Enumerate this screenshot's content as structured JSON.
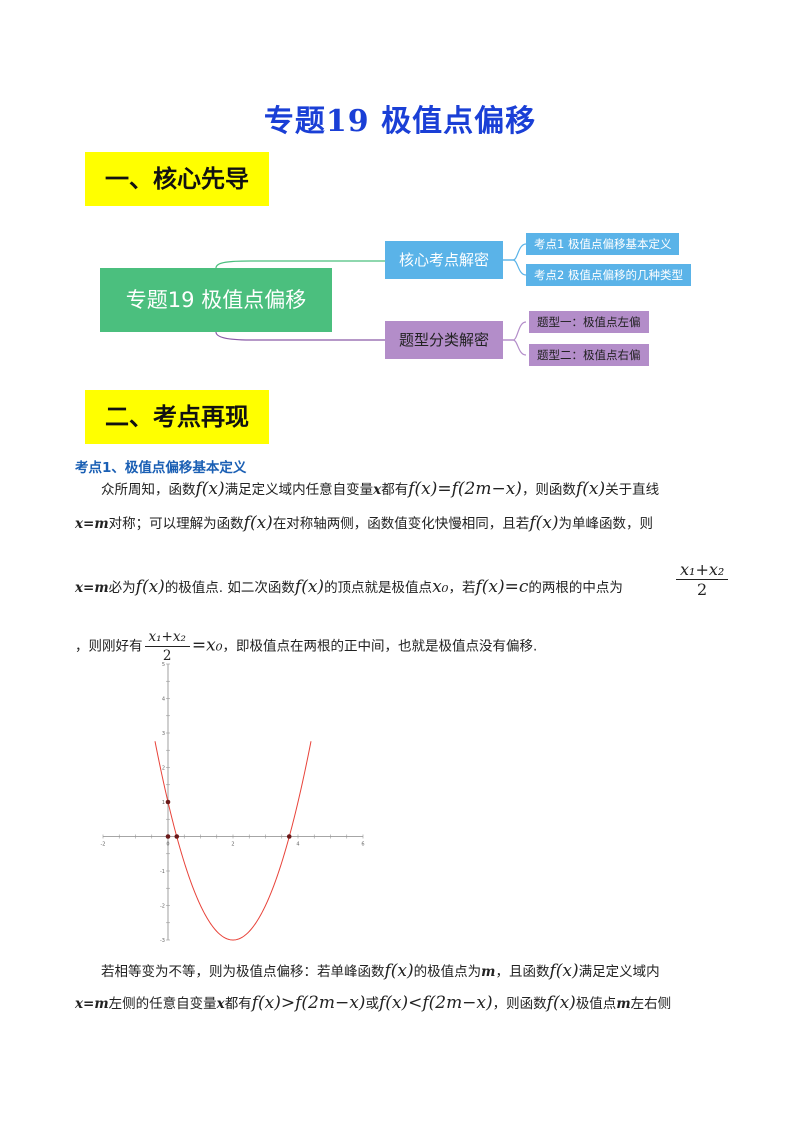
{
  "title": "专题19  极值点偏移",
  "sections": {
    "s1": "一、核心先导",
    "s2": "二、考点再现"
  },
  "mindmap": {
    "root": "专题19  极值点偏移",
    "branch1": "核心考点解密",
    "branch1_items": [
      "考点1 极值点偏移基本定义",
      "考点2 极值点偏移的几种类型"
    ],
    "branch2": "题型分类解密",
    "branch2_items": [
      "题型一：极值点左偏",
      "题型二：极值点右偏"
    ]
  },
  "kaodian1": "考点1、极值点偏移基本定义",
  "para1": {
    "a": "众所周知，函数",
    "fx": "f(x)",
    "b": "满足定义域内任意自变量",
    "x": "x",
    "c": "都有",
    "eq1": "f(x)=f(2m−x)",
    "d": "，则函数",
    "e": "关于直线",
    "xm": "x=m",
    "f": "对称；可以理解为函数",
    "g": "在对称轴两侧，函数值变化快慢相同，且若",
    "h": "为单峰函数，则",
    "i": "必为",
    "j": "的极值点. 如二次函数",
    "k": "的顶点就是极值点",
    "x0": "x₀",
    "l": "，若",
    "eqc": "f(x)=c",
    "m": "的两根的中点为",
    "frac_num": "x₁+x₂",
    "frac_den": "2",
    "n": "，则刚好有",
    "eq0": "=x₀",
    "o": "，即极值点在两根的正中间，也就是极值点没有偏移."
  },
  "para2": {
    "a": "若相等变为不等，则为极值点偏移：若单峰函数",
    "b": "的极值点为",
    "mm": "m",
    "c": "，且函数",
    "d": "满足定义域内",
    "xm": "x=m",
    "e": "左侧的任意自变量",
    "x": "x",
    "f": "都有",
    "ineq1": "f(x)>f(2m−x)",
    "or": "或",
    "ineq2": "f(x)<f(2m−x)",
    "g": "，则函数",
    "h": "极值点",
    "i": "左右侧"
  },
  "chart_data": {
    "type": "line",
    "title": "",
    "function": "y = x^2 - 4x + 1",
    "xlim": [
      -2,
      6
    ],
    "ylim": [
      -3,
      5
    ],
    "x_ticks": [
      "-2",
      "0",
      "2",
      "4",
      "6"
    ],
    "y_ticks": [
      "-3",
      "-2",
      "-1",
      "1",
      "2",
      "3",
      "4",
      "5"
    ],
    "points": [
      {
        "x": 0,
        "y": 1
      },
      {
        "x": 0.27,
        "y": 0
      },
      {
        "x": 3.73,
        "y": 0
      },
      {
        "x": 0,
        "y": 0
      }
    ],
    "curve_color": "#e8433a",
    "point_color": "#6b1a1a"
  }
}
